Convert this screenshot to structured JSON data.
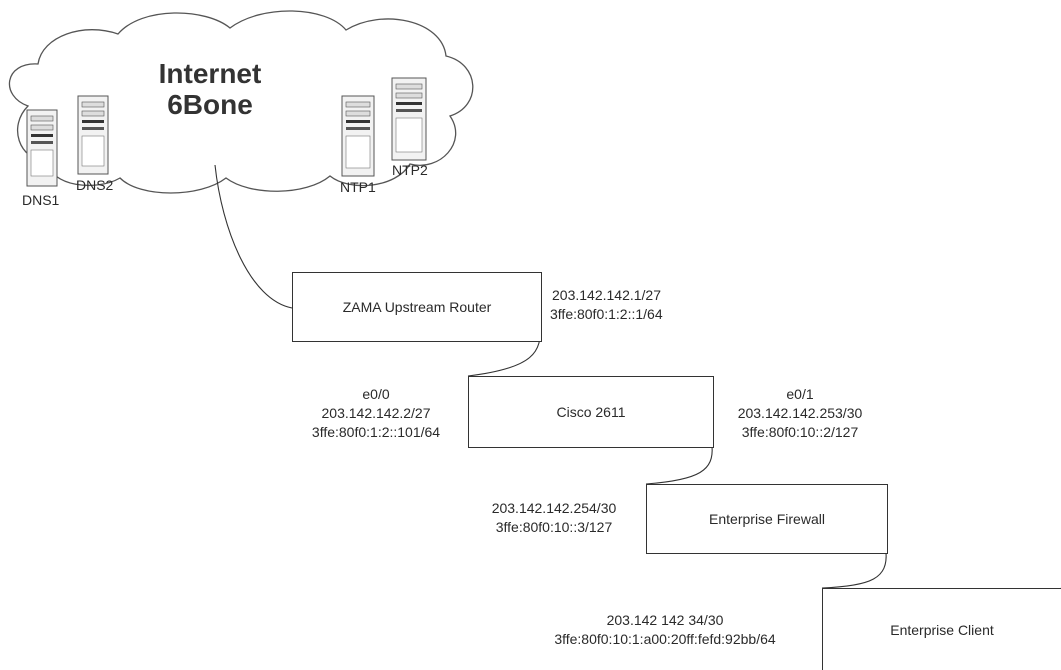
{
  "cloud": {
    "line1": "Internet",
    "line2": "6Bone"
  },
  "servers": {
    "dns1": "DNS1",
    "dns2": "DNS2",
    "ntp1": "NTP1",
    "ntp2": "NTP2"
  },
  "devices": {
    "upstream_router": "ZAMA Upstream Router",
    "cisco": "Cisco 2611",
    "firewall": "Enterprise Firewall",
    "client": "Enterprise Client"
  },
  "addresses": {
    "upstream_ipv4": "203.142.142.1/27",
    "upstream_ipv6": "3ffe:80f0:1:2::1/64",
    "cisco_e00_iface": "e0/0",
    "cisco_e00_ipv4": "203.142.142.2/27",
    "cisco_e00_ipv6": "3ffe:80f0:1:2::101/64",
    "cisco_e01_iface": "e0/1",
    "cisco_e01_ipv4": "203.142.142.253/30",
    "cisco_e01_ipv6": "3ffe:80f0:10::2/127",
    "firewall_ipv4": "203.142.142.254/30",
    "firewall_ipv6": "3ffe:80f0:10::3/127",
    "client_ipv4": "203.142 142 34/30",
    "client_ipv6": "3ffe:80f0:10:1:a00:20ff:fefd:92bb/64"
  }
}
